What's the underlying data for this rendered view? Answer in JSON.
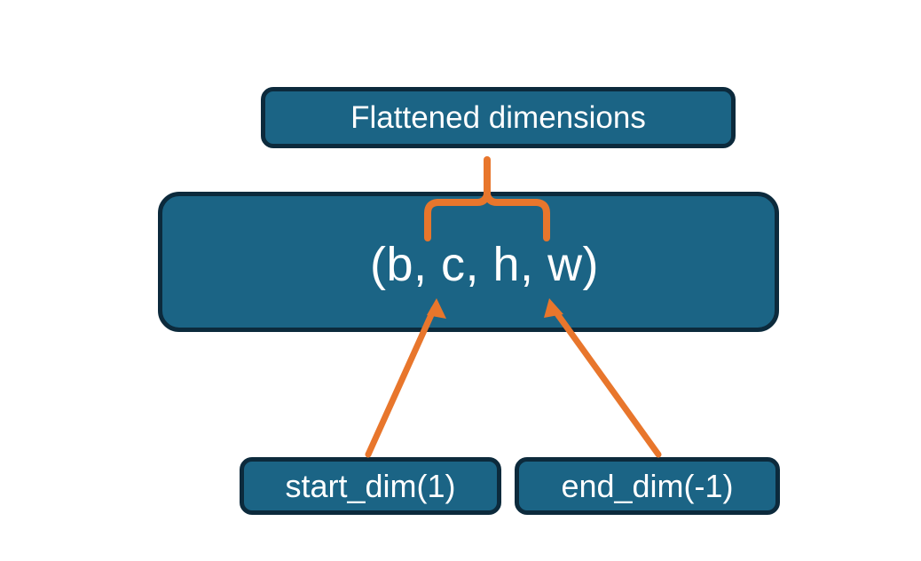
{
  "diagram": {
    "title": "Flatten operation dimension annotation",
    "background_color": "#ffffff",
    "palette": {
      "box_fill": "#1b6485",
      "box_border": "#0c2a3c",
      "text": "#ffffff",
      "accent_orange": "#e8762c"
    },
    "nodes": [
      {
        "id": "flattened-dimensions",
        "label": "Flattened dimensions",
        "role": "annotation-label-box"
      },
      {
        "id": "shape-tuple",
        "label": "(b, c, h, w)",
        "role": "tensor-shape-box",
        "dims": [
          "b",
          "c",
          "h",
          "w"
        ]
      },
      {
        "id": "start-dim",
        "label": "start_dim(1)",
        "role": "parameter-box",
        "param": "start_dim",
        "value": "1"
      },
      {
        "id": "end-dim",
        "label": "end_dim(-1)",
        "role": "parameter-box",
        "param": "end_dim",
        "value": "-1"
      }
    ],
    "connectors": [
      {
        "id": "brace-flattened-range",
        "type": "curly-brace",
        "color": "#e8762c",
        "spans_dims": [
          "c",
          "h",
          "w"
        ],
        "points_to": "flattened-dimensions"
      },
      {
        "id": "arrow-start-dim",
        "type": "arrow",
        "color": "#e8762c",
        "from": "start-dim",
        "to": "shape-tuple",
        "targets_dim": "c"
      },
      {
        "id": "arrow-end-dim",
        "type": "arrow",
        "color": "#e8762c",
        "from": "end-dim",
        "to": "shape-tuple",
        "targets_dim": "w"
      }
    ]
  }
}
